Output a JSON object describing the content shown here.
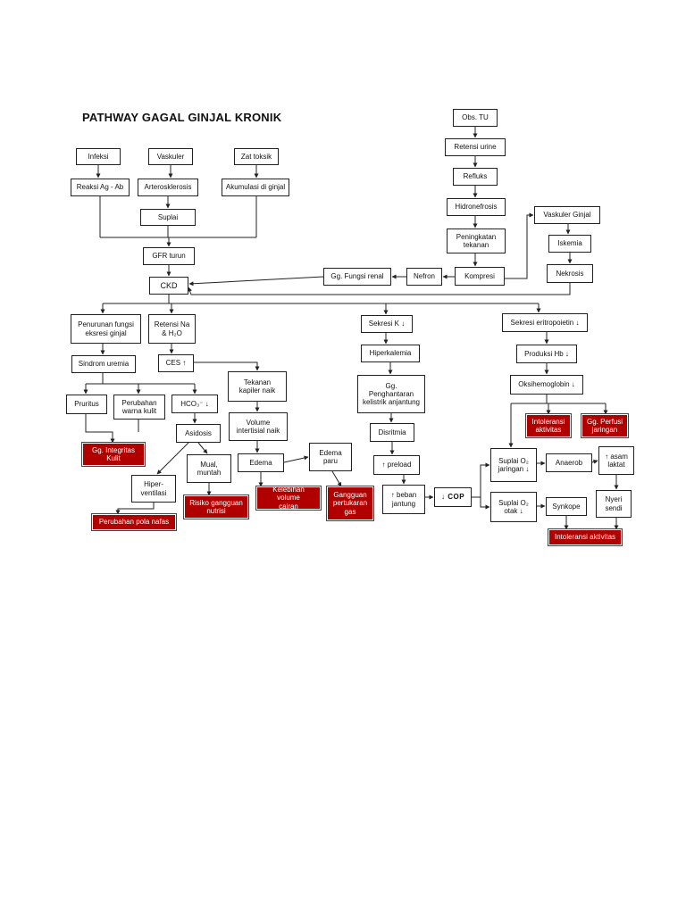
{
  "title": "PATHWAY GAGAL GINJAL KRONIK",
  "colors": {
    "diagnosis_fill": "#b00000",
    "diagnosis_text": "#ffffff",
    "line": "#222222"
  },
  "nodes": {
    "infeksi": "Infeksi",
    "vaskuler": "Vaskuler",
    "zat_toksik": "Zat toksik",
    "reaksi_ag_ab": "Reaksi Ag - Ab",
    "arterosklerosis": "Arterosklerosis",
    "akumulasi_ginjal": "Akumulasi di ginjal",
    "suplai": "Suplai",
    "gfr_turun": "GFR turun",
    "ckd": "CKD",
    "obs_tu": "Obs. TU",
    "retensi_urine": "Retensi urine",
    "refluks": "Refluks",
    "hidronefrosis": "Hidronefrosis",
    "peningkatan_tekanan": "Peningkatan\ntekanan",
    "kompresi": "Kompresi",
    "nefron": "Nefron",
    "gg_fungsi_renal": "Gg. Fungsi renal",
    "vaskuler_ginjal": "Vaskuler Ginjal",
    "iskemia": "Iskemia",
    "nekrosis": "Nekrosis",
    "penurunan_fungsi": "Penurunan fungsi\neksresi ginjal",
    "retensi_na": "Retensi Na\n& H₂O",
    "sindrom_uremia": "Sindrom uremia",
    "ces": "CES ↑",
    "pruritus": "Pruritus",
    "perubahan_warna": "Perubahan\nwarna kulit",
    "hco3": "HCO₃⁻ ↓",
    "tekanan_kapiler": "Tekanan\nkapiler naik",
    "volume_interstisial": "Volume\nintertisial naik",
    "asidosis": "Asidosis",
    "mual_muntah": "Mual,\nmuntah",
    "hiperventilasi": "Hiper-\nventilasi",
    "edema": "Edema",
    "edema_paru": "Edema\nparu",
    "sekresi_k": "Sekresi K ↓",
    "hiperkalemia": "Hiperkalemia",
    "gg_penghantaran": "Gg.\nPenghantaran\nkelistrik anjantung",
    "disritmia": "Disritmia",
    "preload": "↑ preload",
    "beban_jantung": "↑ beban\njantung",
    "cop": "↓ COP",
    "sekresi_eritropoietin": "Sekresi eritropoietin ↓",
    "produksi_hb": "Produksi Hb ↓",
    "oksihemoglobin": "Oksihemoglobin ↓",
    "suplai_o2_jaringan": "Suplai O₂\njaringan ↓",
    "suplai_o2_otak": "Suplai O₂\notak ↓",
    "anaerob": "Anaerob",
    "asam_laktat": "↑ asam\nlaktat",
    "syncope": "Synkope",
    "nyeri_sendi": "Nyeri\nsendi"
  },
  "diagnoses": {
    "gg_integritas_kulit": "Gg. Integritas\nKulit",
    "perubahan_pola_nafas": "Perubahan pola nafas",
    "risiko_nutrisi": "Risiko gangguan\nnutrisi",
    "kelebihan_volume": "Kelebihan volume\ncairan",
    "gangguan_pertukaran_gas": "Gangguan\npertukaran\ngas",
    "intoleransi_aktivitas_1": "Intoleransi\naktivitas",
    "gg_perfusi_jaringan": "Gg. Perfusi\njaringan",
    "intoleransi_aktivitas_2": "Intoleransi aktivitas"
  }
}
